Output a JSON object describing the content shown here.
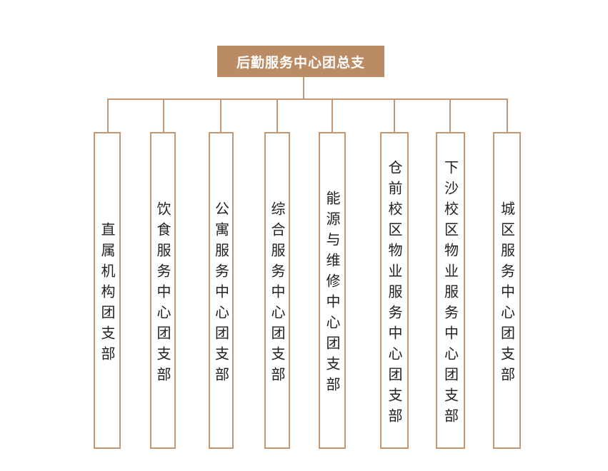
{
  "diagram": {
    "root": {
      "label": "后勤服务中心团总支"
    },
    "children": [
      {
        "label": "直属机构团支部"
      },
      {
        "label": "饮食服务中心团支部"
      },
      {
        "label": "公寓服务中心团支部"
      },
      {
        "label": "综合服务中心团支部"
      },
      {
        "label": "能源与维修中心团支部"
      },
      {
        "label": "仓前校区物业服务中心团支部"
      },
      {
        "label": "下沙校区物业服务中心团支部"
      },
      {
        "label": "城区服务中心团支部"
      }
    ],
    "colors": {
      "root_fill": "#bb8c64",
      "root_text": "#ffffff",
      "line": "#c49772",
      "child_border": "#c49772",
      "child_text": "#222222"
    }
  }
}
